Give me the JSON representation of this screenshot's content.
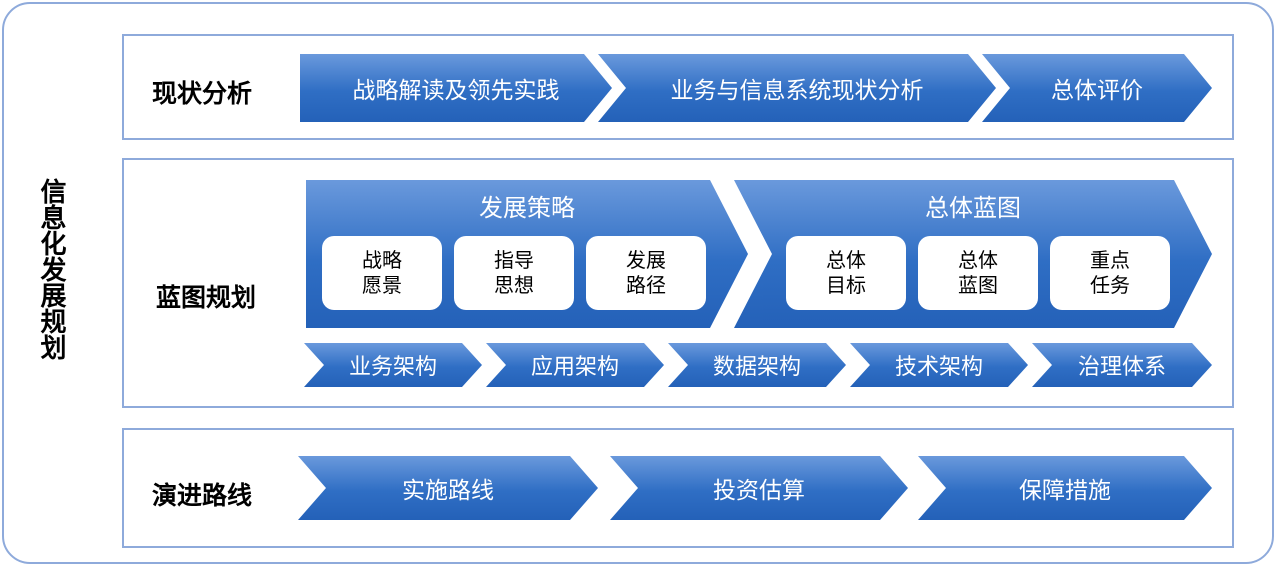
{
  "main_title": "信息化发展规划",
  "sections": {
    "current": {
      "label": "现状分析",
      "steps": [
        "战略解读及领先实践",
        "业务与信息系统现状分析",
        "总体评价"
      ]
    },
    "blueprint": {
      "label": "蓝图规划",
      "strategy": {
        "title": "发展策略",
        "cards": [
          {
            "line1": "战略",
            "line2": "愿景"
          },
          {
            "line1": "指导",
            "line2": "思想"
          },
          {
            "line1": "发展",
            "line2": "路径"
          }
        ]
      },
      "overall": {
        "title": "总体蓝图",
        "cards": [
          {
            "line1": "总体",
            "line2": "目标"
          },
          {
            "line1": "总体",
            "line2": "蓝图"
          },
          {
            "line1": "重点",
            "line2": "任务"
          }
        ]
      },
      "architectures": [
        "业务架构",
        "应用架构",
        "数据架构",
        "技术架构",
        "治理体系"
      ]
    },
    "roadmap": {
      "label": "演进路线",
      "steps": [
        "实施路线",
        "投资估算",
        "保障措施"
      ]
    }
  }
}
